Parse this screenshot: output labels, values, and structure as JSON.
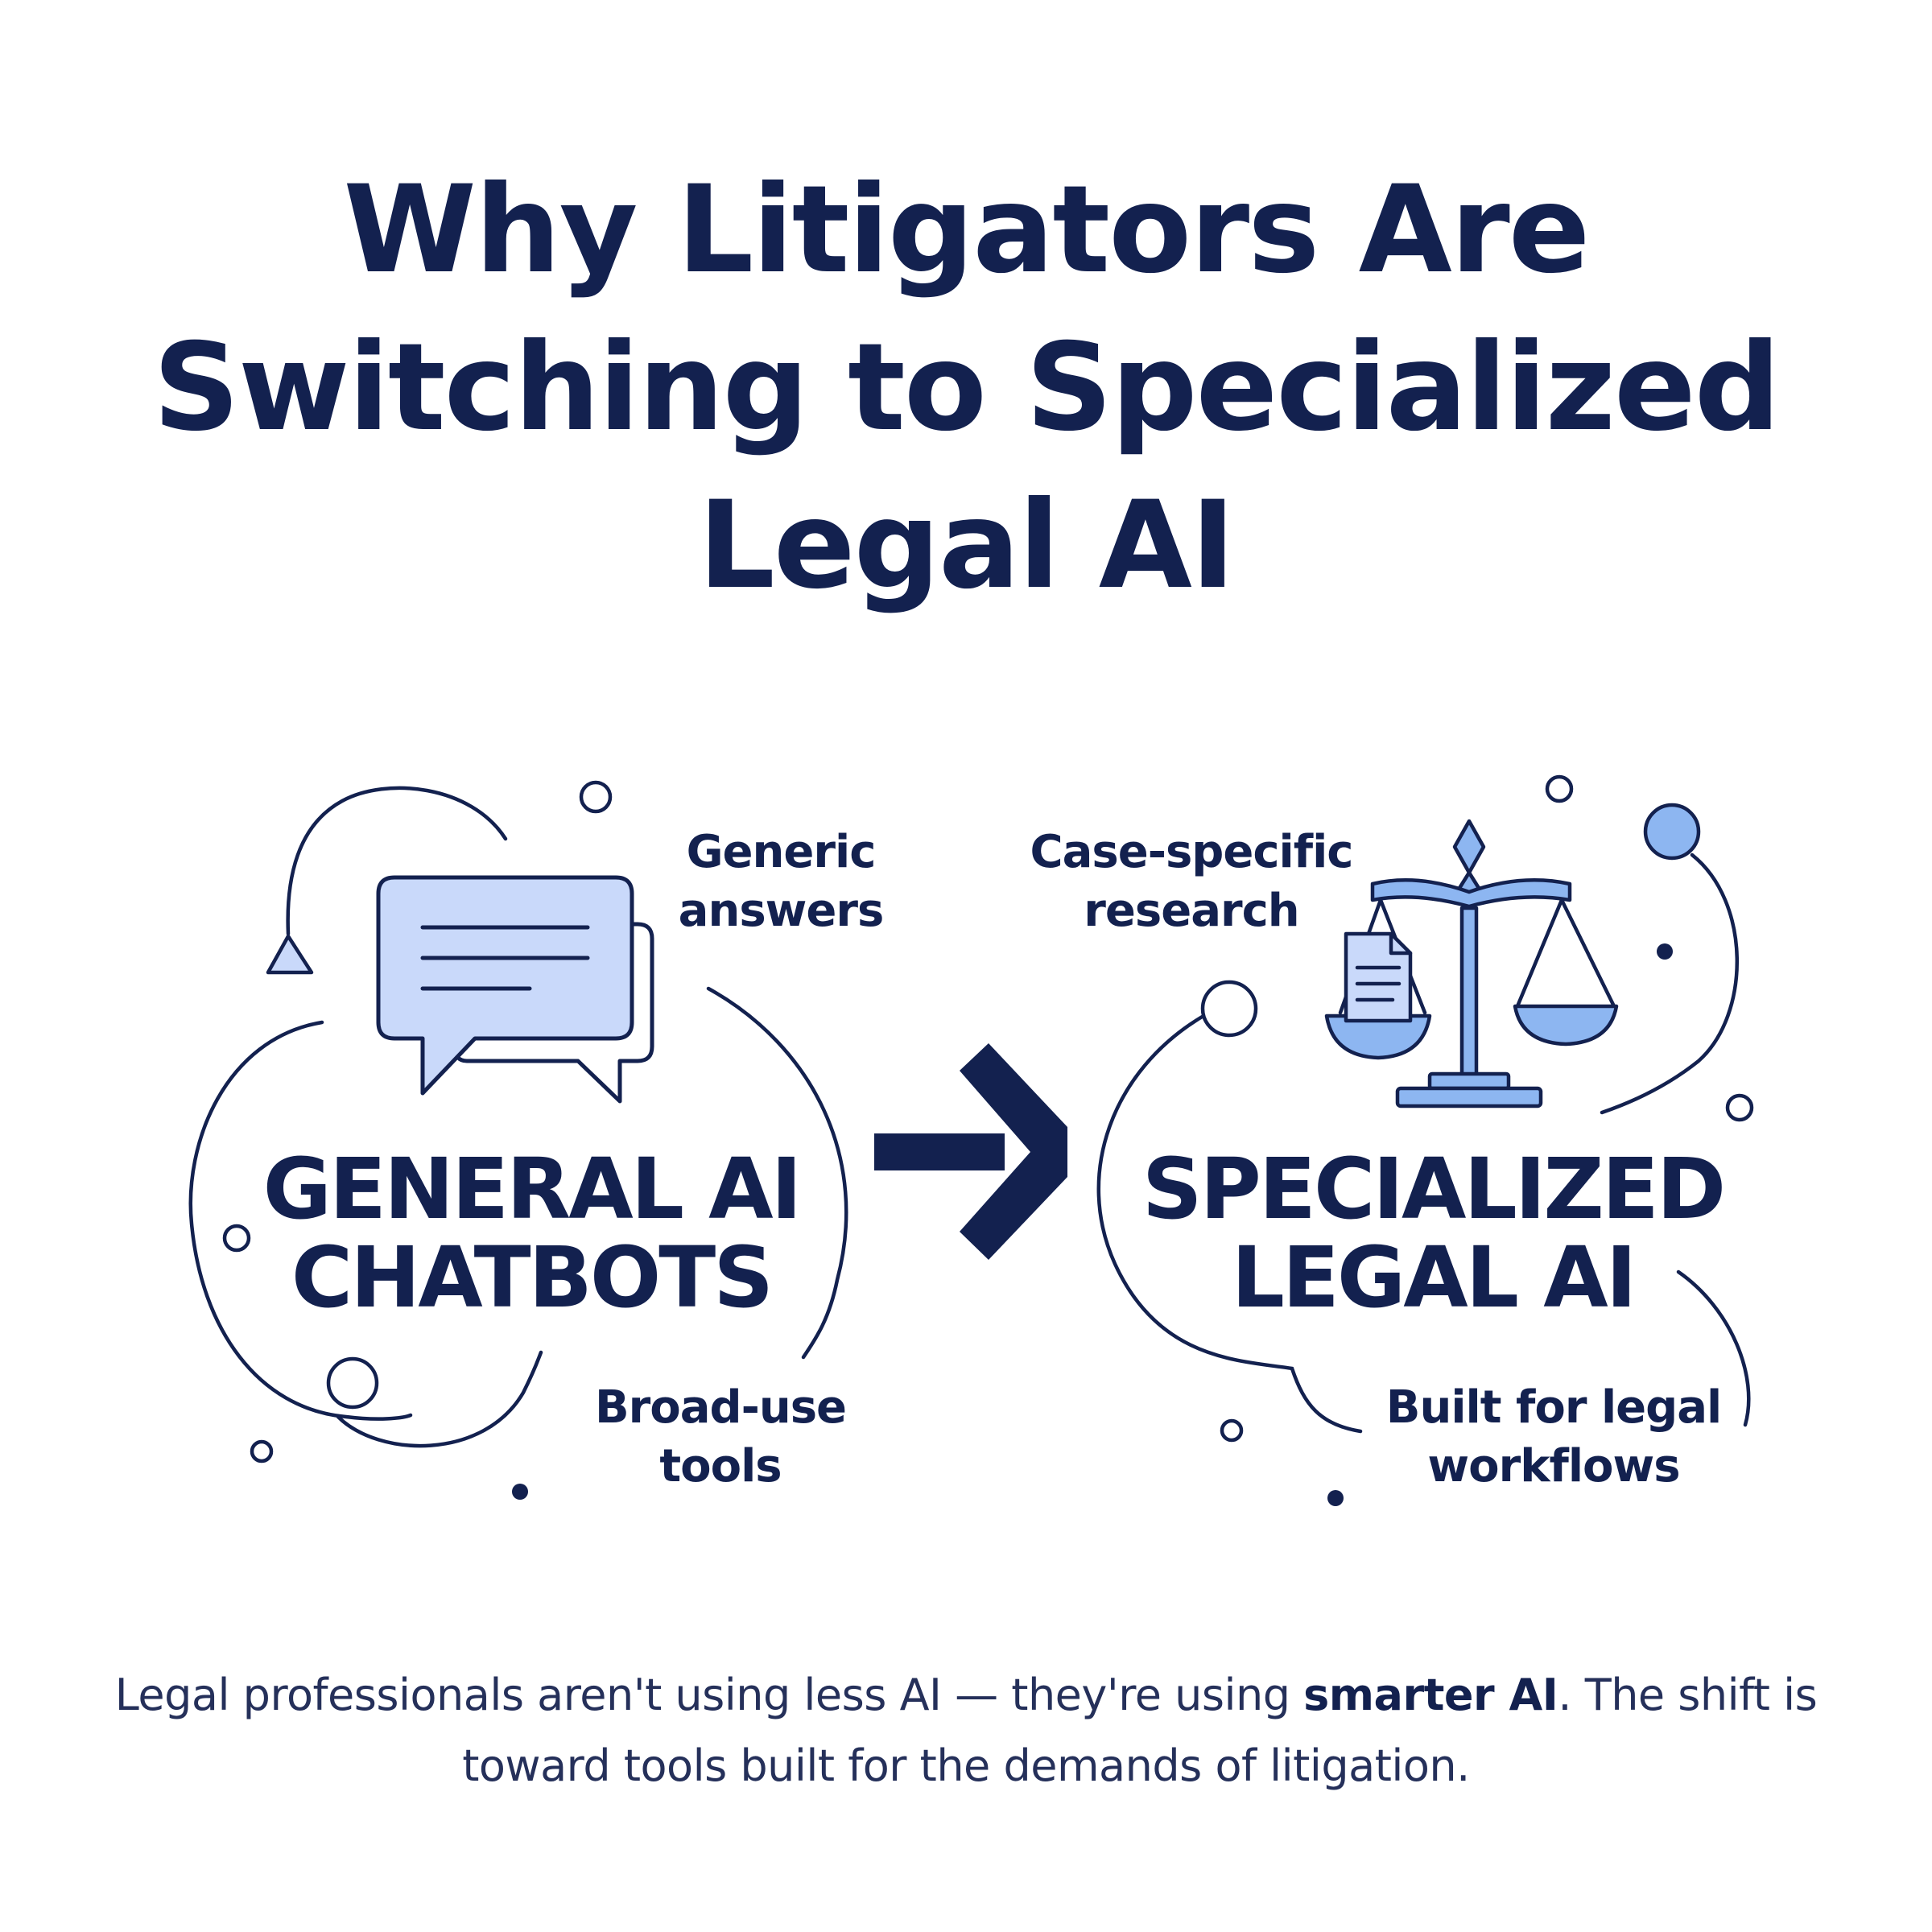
{
  "title": {
    "line1": "Why Litigators Are",
    "line2": "Switching to Specialized",
    "line3": "Legal AI"
  },
  "left": {
    "heading_line1": "GENERAL AI",
    "heading_line2": "CHATBOTS",
    "note_top_line1": "Generic",
    "note_top_line2": "answers",
    "note_bottom_line1": "Broad-use",
    "note_bottom_line2": "tools",
    "icon": "chat-bubbles-icon"
  },
  "right": {
    "heading_line1": "SPECIALIZED",
    "heading_line2": "LEGAL AI",
    "note_top_line1": "Case-specific",
    "note_top_line2": "research",
    "note_bottom_line1": "Built for legal",
    "note_bottom_line2": "workflows",
    "icon": "scales-of-justice-icon"
  },
  "arrow_icon": "arrow-right-icon",
  "caption": {
    "part1": "Legal professionals aren't using less AI — they're using ",
    "emphasis": "smarter AI",
    "part2": ". The shift is toward tools built for the demands of litigation."
  },
  "colors": {
    "navy": "#13214f",
    "light_blue": "#c9d9fa",
    "mid_blue": "#8db6f1",
    "accent_blue": "#6f9fe6"
  }
}
